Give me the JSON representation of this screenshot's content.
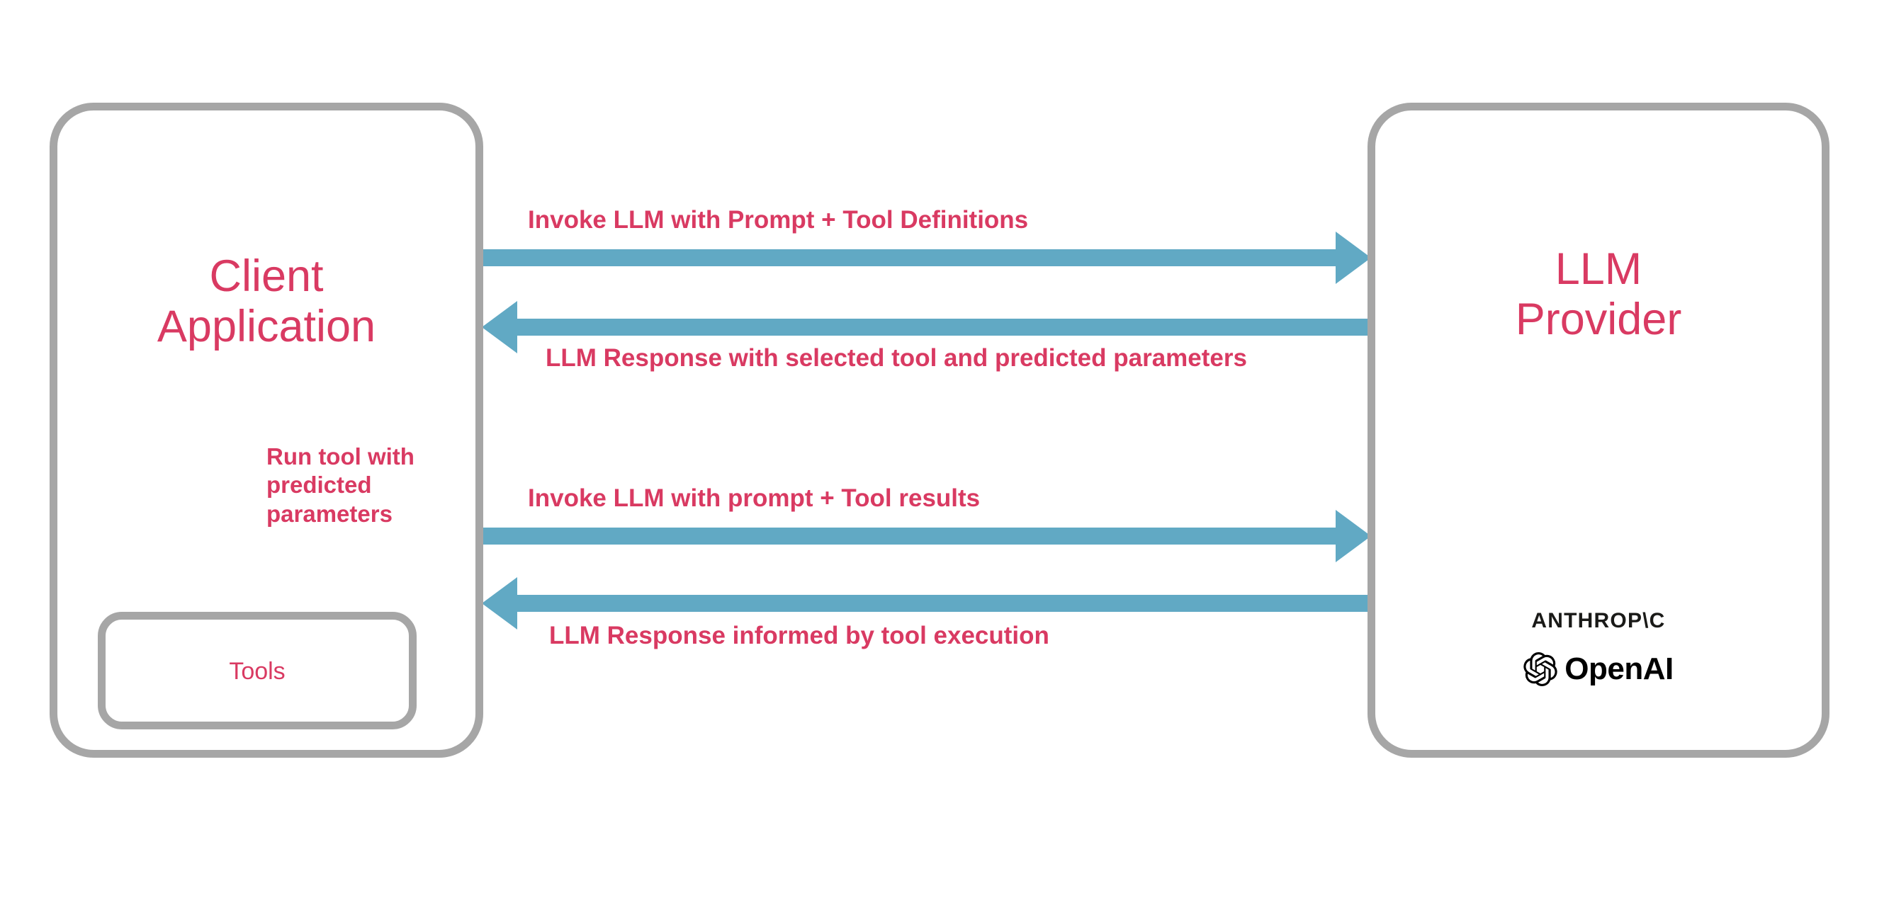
{
  "diagram": {
    "title": "LLM tool calling interaction flow",
    "colors": {
      "accent_pink": "#d93a62",
      "arrow_blue": "#61a9c4",
      "box_gray": "#a6a6a6",
      "background": "#ffffff",
      "logo_black": "#1a1a18"
    },
    "nodes": {
      "client": {
        "label": "Client\nApplication",
        "sub_node": {
          "label": "Tools"
        }
      },
      "provider": {
        "label": "LLM\nProvider",
        "logos": [
          {
            "name": "anthropic-logo",
            "text": "ANTHROP\\C"
          },
          {
            "name": "openai-logo",
            "text": "OpenAI"
          }
        ]
      }
    },
    "flows": [
      {
        "id": "invoke-1",
        "label": "Invoke LLM with Prompt + Tool Definitions",
        "direction": "client-to-provider",
        "order": 1
      },
      {
        "id": "response-1",
        "label": "LLM Response with selected tool and predicted parameters",
        "direction": "provider-to-client",
        "order": 2
      },
      {
        "id": "run-tool",
        "label": "Run tool with\npredicted\nparameters",
        "direction": "client-to-tools",
        "order": 3
      },
      {
        "id": "invoke-2",
        "label": "Invoke LLM with prompt + Tool results",
        "direction": "client-to-provider",
        "order": 4
      },
      {
        "id": "response-2",
        "label": "LLM Response informed by tool execution",
        "direction": "provider-to-client",
        "order": 5
      }
    ]
  }
}
